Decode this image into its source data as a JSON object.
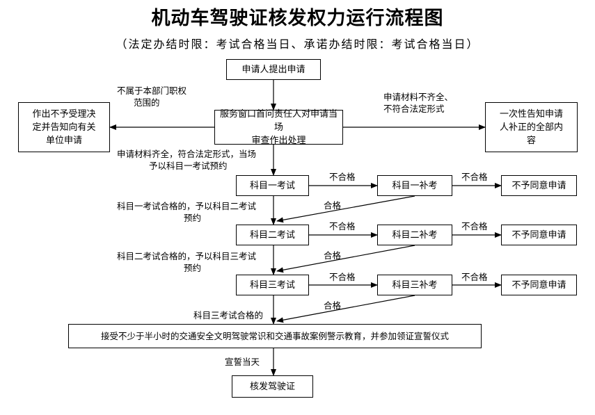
{
  "title": "机动车驾驶证核发权力运行流程图",
  "subtitle": "（法定办结时限：考试合格当日、承诺办结时限：考试合格当日）",
  "nodes": {
    "apply": "申请人提出申请",
    "review": [
      "服务窗口首问责任人对申请当场",
      "审查作出处理"
    ],
    "reject_decision": [
      "作出不予受理决",
      "定并告知向有关",
      "单位申请"
    ],
    "notify_supplement": [
      "一次性告知申请",
      "人补正的全部内",
      "容"
    ],
    "exam1": "科目一考试",
    "retest1": "科目一补考",
    "deny1": "不予同意申请",
    "exam2": "科目二考试",
    "retest2": "科目二补考",
    "deny2": "不予同意申请",
    "exam3": "科目三考试",
    "retest3": "科目三补考",
    "deny3": "不予同意申请",
    "education": "接受不少于半小时的交通安全文明驾驶常识和交通事故案例警示教育，并参加领证宣誓仪式",
    "issue": "核发驾驶证"
  },
  "labels": {
    "not_in_scope": [
      "不属于本部门职权",
      "范围的"
    ],
    "incomplete": [
      "申请材料不齐全、",
      "不符合法定形式"
    ],
    "complete": [
      "申请材料齐全，符合法定形式，当场",
      "予以科目一考试预约"
    ],
    "fail": "不合格",
    "pass": "合格",
    "pass1": [
      "科目一考试合格的，予以科目二考试",
      "预约"
    ],
    "pass2": [
      "科目二考试合格的，予以科目三考试",
      "预约"
    ],
    "pass3": "科目三考试合格的",
    "oath_day": "宣誓当天"
  }
}
